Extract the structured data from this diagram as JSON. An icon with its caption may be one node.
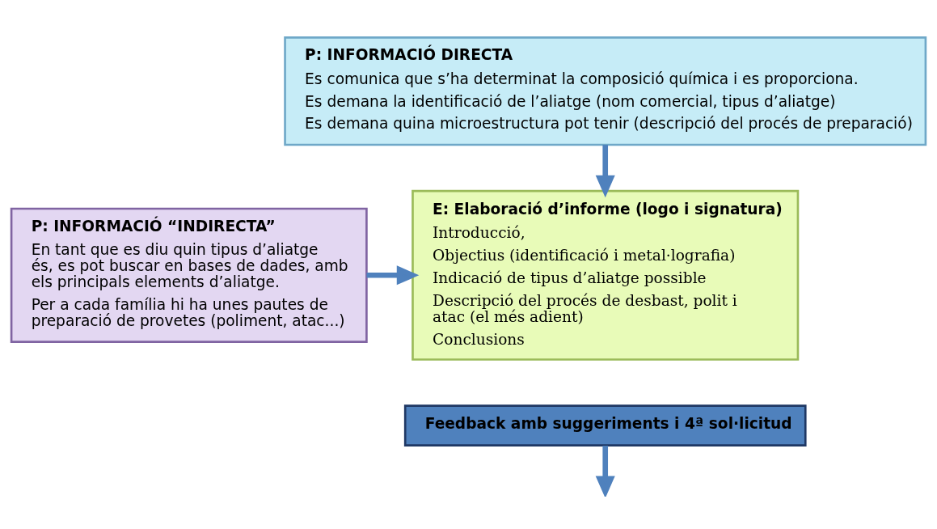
{
  "diagram": {
    "nodes": [
      {
        "text": [
          "P: INFORMACIÓ DIRECTA",
          "Es comunica que s’ha determinat la composició química i es proporciona.",
          "Es demana la identificació de l’aliatge (nom comercial, tipus d’aliatge)",
          "Es demana quina microestructura pot tenir (descripció del procés de preparació)"
        ]
      },
      {
        "text": [
          "P: INFORMACIÓ “INDIRECTA”",
          "En tant que es diu quin tipus d’aliatge és, es pot buscar en bases de dades, amb els principals elements d’aliatge.",
          "Per a cada família hi ha unes pautes de preparació de provetes (poliment, atac...)"
        ]
      },
      {
        "text": [
          "E: Elaboració d’informe (logo i signatura)",
          "Introducció,",
          "Objectius (identificació i metal·lografia)",
          "Indicació de tipus d’aliatge possible",
          "Descripció del procés de desbast, polit i atac (el més adient)",
          "Conclusions"
        ]
      },
      {
        "text": [
          "Feedback amb suggeriments i 4ª sol·licitud"
        ]
      }
    ],
    "edges": [
      {
        "from": 1,
        "to": 2,
        "arrow": "to"
      },
      {
        "from": 0,
        "to": 2,
        "arrow": "to"
      },
      {
        "from": 3,
        "to": null,
        "arrow": "to"
      }
    ]
  }
}
